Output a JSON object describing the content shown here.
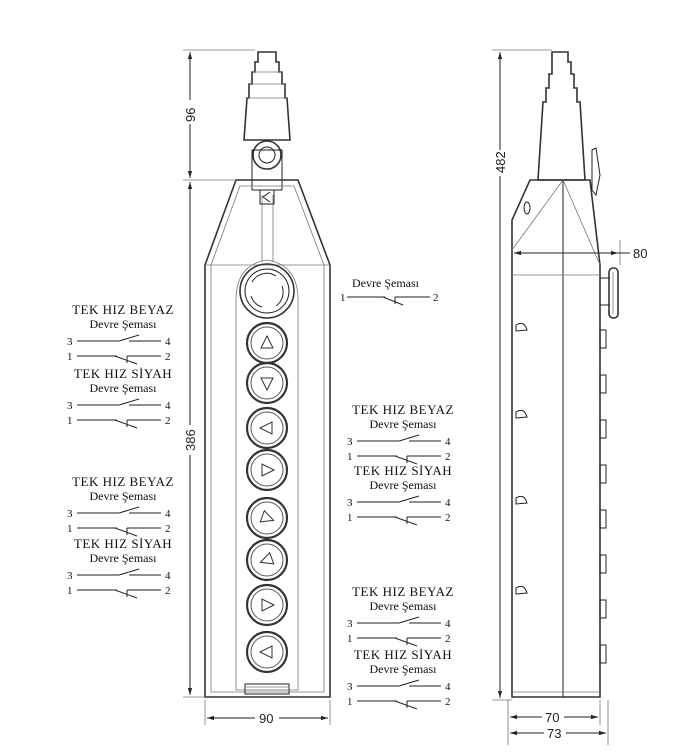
{
  "dimensions": {
    "gland_height": "96",
    "body_height": "386",
    "total_height": "482",
    "body_width": "90",
    "side_depth": "80",
    "side_width": "70",
    "side_width_total": "73"
  },
  "main_circuit": {
    "subtitle": "Devre Şeması",
    "left": "1",
    "right": "2"
  },
  "circuits": [
    {
      "title": "TEK HIZ BEYAZ",
      "subtitle": "Devre Şeması",
      "no": [
        "3",
        "4"
      ],
      "nc": [
        "1",
        "2"
      ]
    },
    {
      "title": "TEK HIZ SİYAH",
      "subtitle": "Devre Şeması",
      "no": [
        "3",
        "4"
      ],
      "nc": [
        "1",
        "2"
      ]
    },
    {
      "title": "TEK HIZ BEYAZ",
      "subtitle": "Devre Şeması",
      "no": [
        "3",
        "4"
      ],
      "nc": [
        "1",
        "2"
      ]
    },
    {
      "title": "TEK HIZ SİYAH",
      "subtitle": "Devre Şeması",
      "no": [
        "3",
        "4"
      ],
      "nc": [
        "1",
        "2"
      ]
    },
    {
      "title": "TEK HIZ BEYAZ",
      "subtitle": "Devre Şeması",
      "no": [
        "3",
        "4"
      ],
      "nc": [
        "1",
        "2"
      ]
    },
    {
      "title": "TEK HIZ SİYAH",
      "subtitle": "Devre Şeması",
      "no": [
        "3",
        "4"
      ],
      "nc": [
        "1",
        "2"
      ]
    },
    {
      "title": "TEK HIZ BEYAZ",
      "subtitle": "Devre Şeması",
      "no": [
        "3",
        "4"
      ],
      "nc": [
        "1",
        "2"
      ]
    },
    {
      "title": "TEK HIZ SİYAH",
      "subtitle": "Devre Şeması",
      "no": [
        "3",
        "4"
      ],
      "nc": [
        "1",
        "2"
      ]
    }
  ],
  "buttons": [
    {
      "icon": "arrow-up-icon",
      "angle": 0
    },
    {
      "icon": "arrow-down-icon",
      "angle": 180
    },
    {
      "icon": "arrow-left-icon",
      "angle": -90
    },
    {
      "icon": "arrow-right-icon",
      "angle": 90
    },
    {
      "icon": "arrow-right-icon",
      "angle": 110
    },
    {
      "icon": "arrow-left-icon",
      "angle": -110
    },
    {
      "icon": "arrow-right-icon",
      "angle": 90
    },
    {
      "icon": "arrow-left-icon",
      "angle": -90
    }
  ]
}
